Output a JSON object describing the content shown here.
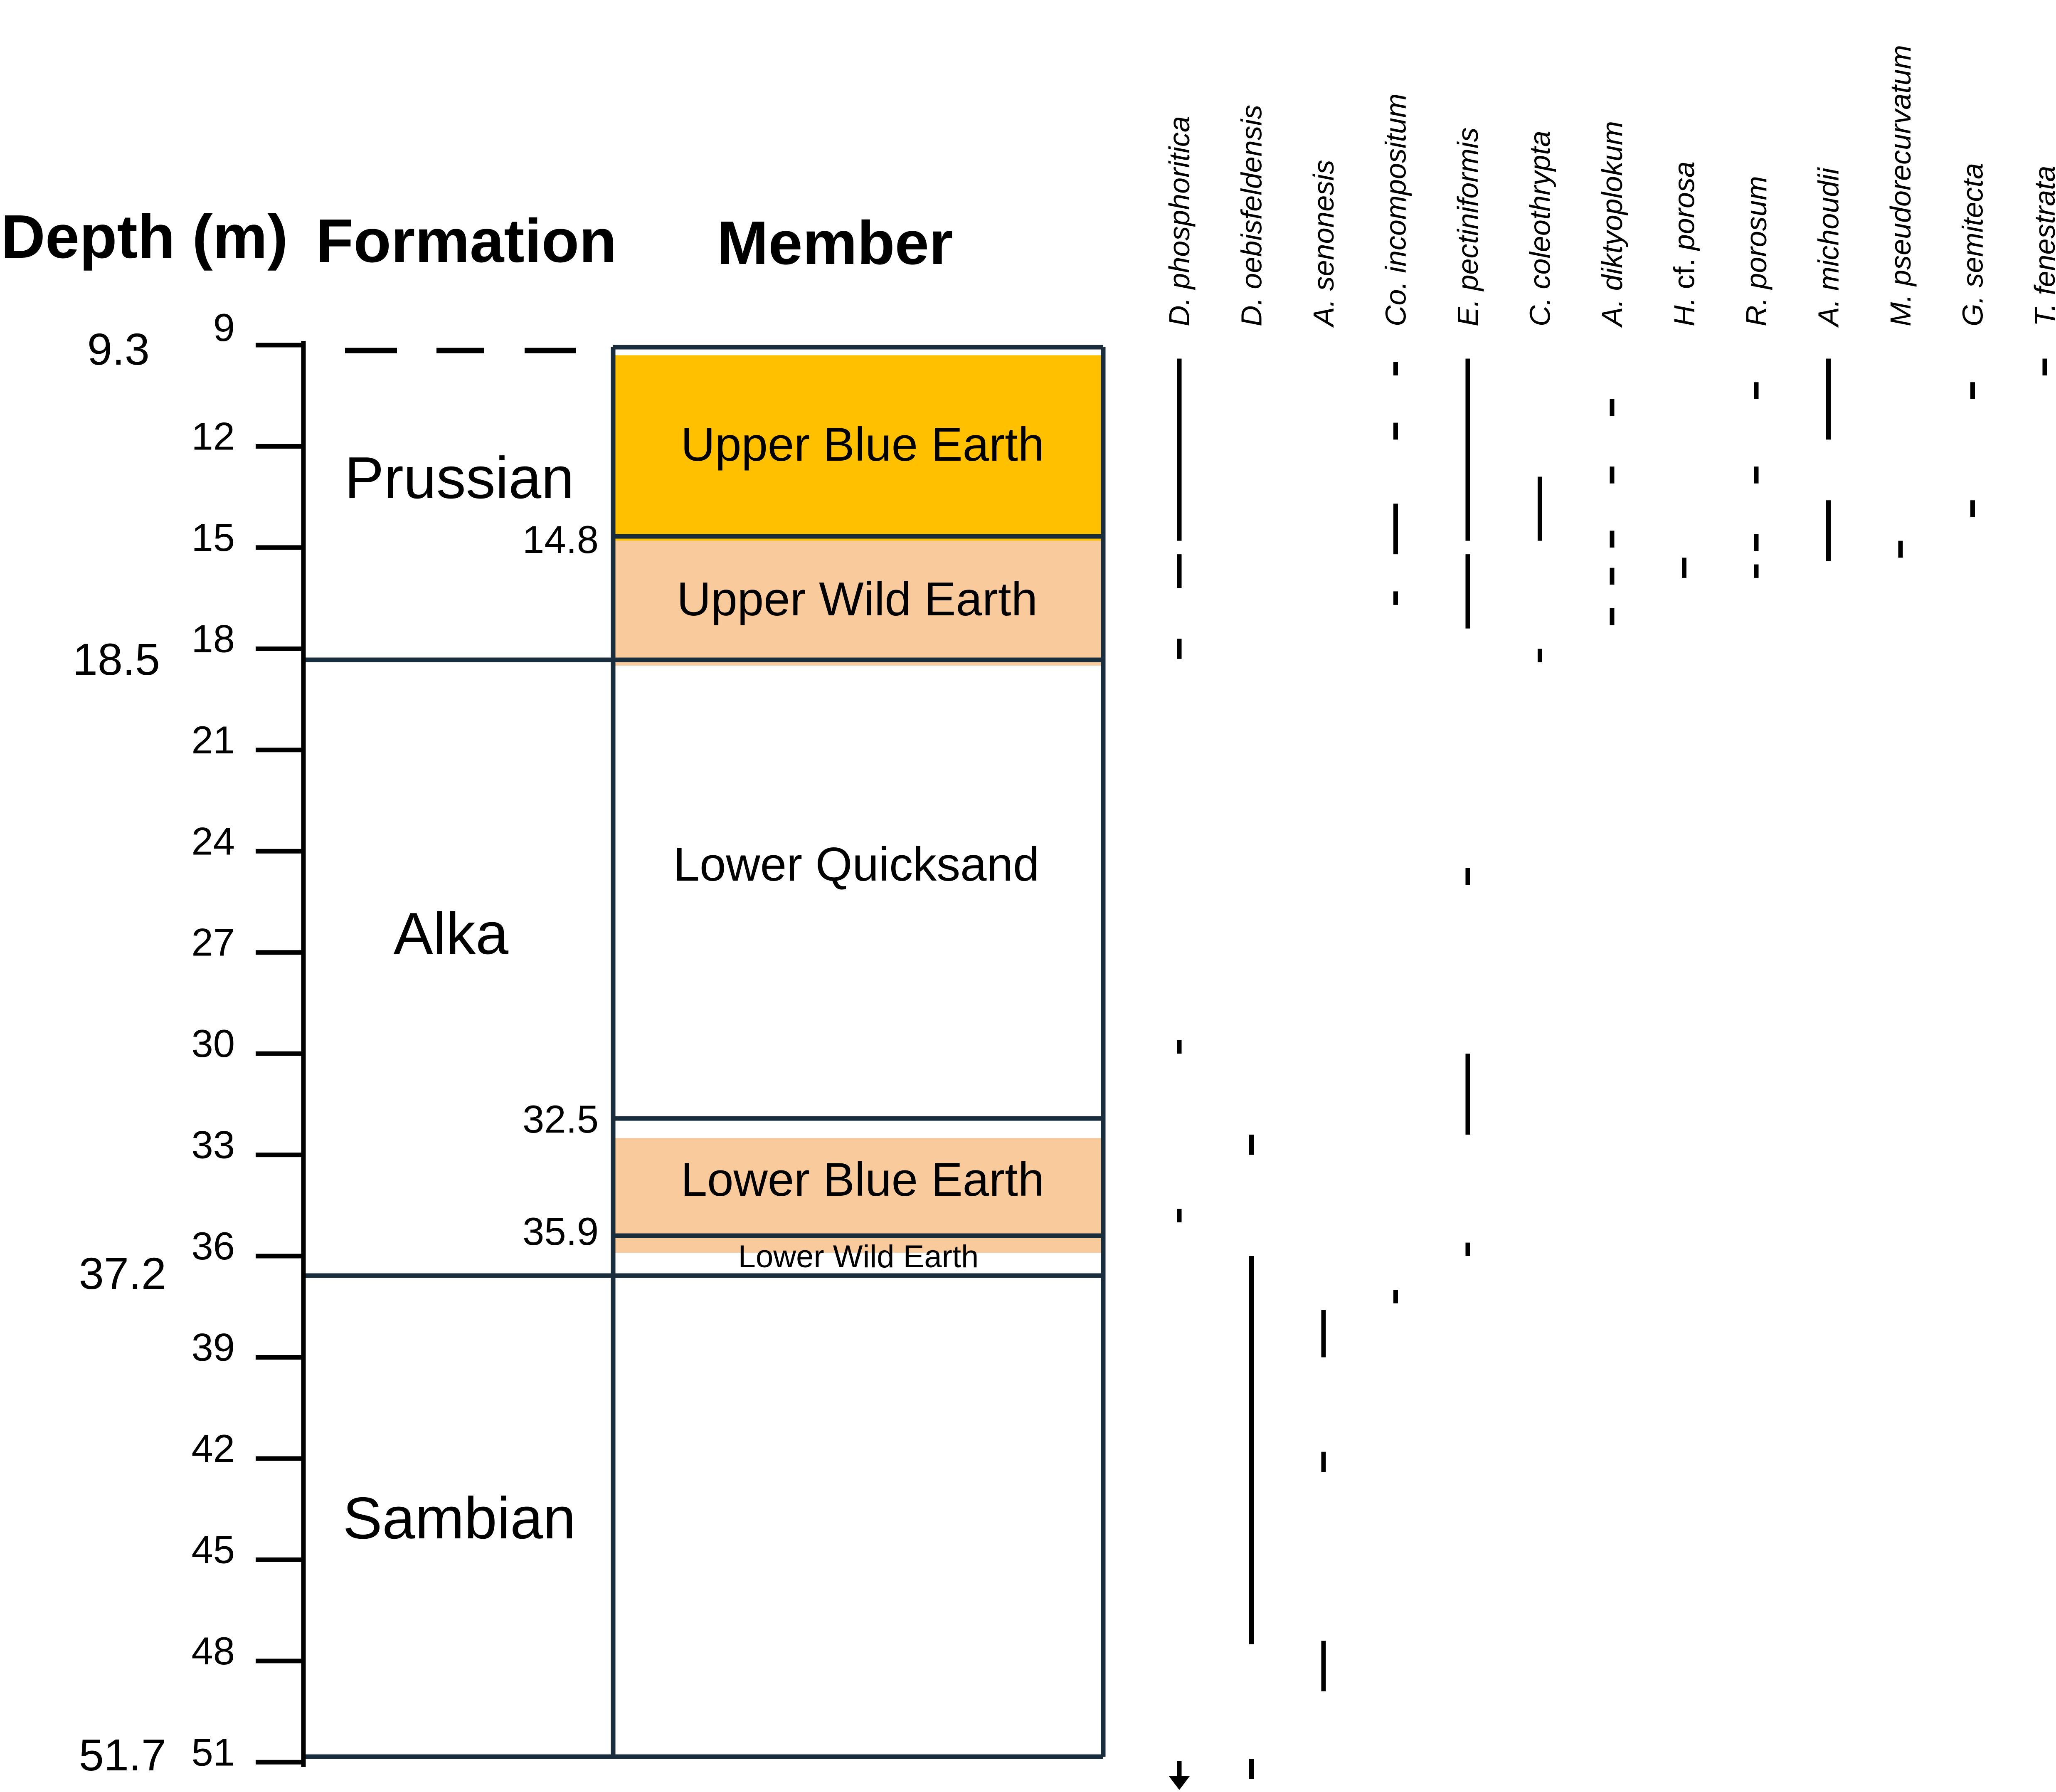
{
  "headers": {
    "depth": "Depth (m)",
    "formation": "Formation",
    "member": "Member"
  },
  "depth_axis": {
    "ticks": [
      "9",
      "12",
      "15",
      "18",
      "21",
      "24",
      "27",
      "30",
      "33",
      "36",
      "39",
      "42",
      "45",
      "48",
      "51"
    ],
    "formation_boundaries": [
      "9.3",
      "18.5",
      "37.2",
      "51.7"
    ],
    "member_boundaries": [
      "14.8",
      "32.5",
      "35.9"
    ]
  },
  "formations": [
    {
      "name": "Prussian",
      "top": 9.3,
      "base": 18.5
    },
    {
      "name": "Alka",
      "top": 18.5,
      "base": 37.2
    },
    {
      "name": "Sambian",
      "top": 37.2,
      "base": 51.7
    }
  ],
  "members": [
    {
      "name": "Upper Blue Earth",
      "top": 9.3,
      "base": 14.8,
      "fill": "#FFC000"
    },
    {
      "name": "Upper Wild Earth",
      "top": 14.8,
      "base": 18.5,
      "fill": "#F9CB9C"
    },
    {
      "name": "Lower Quicksand",
      "top": 18.5,
      "base": 32.5,
      "fill": "#FFFFFF"
    },
    {
      "name": "Lower Blue Earth",
      "top": 32.5,
      "base": 35.9,
      "fill": "#F9CB9C"
    },
    {
      "name": "Lower Wild Earth",
      "top": 35.9,
      "base": 37.2,
      "fill": "#FFFFFF"
    }
  ],
  "taxa": [
    {
      "genus": "D.",
      "species": "phosphoritica",
      "ranges": [
        [
          9.4,
          14.8
        ],
        [
          15.2,
          16.2
        ],
        [
          17.7,
          18.3
        ],
        [
          29.6,
          30.0
        ],
        [
          34.6,
          35.0
        ]
      ],
      "continues_below": true
    },
    {
      "genus": "D.",
      "species": "oebisfeldensis",
      "ranges": [
        [
          32.4,
          33.0
        ],
        [
          36.0,
          47.5
        ],
        [
          50.9,
          51.5
        ]
      ]
    },
    {
      "genus": "A.",
      "species": "senonesis",
      "ranges": [
        [
          37.6,
          39.0
        ],
        [
          41.8,
          42.4
        ],
        [
          47.4,
          48.9
        ]
      ]
    },
    {
      "genus": "Co.",
      "species": "incompositum",
      "ranges": [
        [
          9.5,
          9.9
        ],
        [
          11.3,
          11.8
        ],
        [
          13.7,
          15.2
        ],
        [
          16.3,
          16.7
        ],
        [
          37.0,
          37.4
        ]
      ]
    },
    {
      "genus": "E.",
      "species": "pectiniformis",
      "ranges": [
        [
          9.4,
          14.8
        ],
        [
          15.2,
          17.4
        ],
        [
          24.5,
          25.0
        ],
        [
          30.0,
          32.4
        ],
        [
          35.6,
          36.0
        ]
      ]
    },
    {
      "genus": "C.",
      "species": "coleothrypta",
      "ranges": [
        [
          12.9,
          14.8
        ],
        [
          18.0,
          18.4
        ]
      ]
    },
    {
      "genus": "A.",
      "species": "diktyoplokum",
      "ranges": [
        [
          10.6,
          11.1
        ],
        [
          12.6,
          13.1
        ],
        [
          14.5,
          15.0
        ],
        [
          15.6,
          16.1
        ],
        [
          16.8,
          17.3
        ]
      ]
    },
    {
      "genus": "H.",
      "mid": "cf.",
      "species": "porosa",
      "ranges": [
        [
          15.3,
          15.9
        ]
      ]
    },
    {
      "genus": "R.",
      "species": "porosum",
      "ranges": [
        [
          10.1,
          10.6
        ],
        [
          12.6,
          13.1
        ],
        [
          14.6,
          15.1
        ],
        [
          15.5,
          15.9
        ]
      ]
    },
    {
      "genus": "A.",
      "species": "michoudii",
      "ranges": [
        [
          9.4,
          11.8
        ],
        [
          13.6,
          15.4
        ]
      ]
    },
    {
      "genus": "M.",
      "species": "pseudorecurvatum",
      "ranges": [
        [
          14.8,
          15.3
        ]
      ]
    },
    {
      "genus": "G.",
      "species": "semitecta",
      "ranges": [
        [
          10.1,
          10.6
        ],
        [
          13.6,
          14.1
        ]
      ]
    },
    {
      "genus": "T.",
      "species": "fenestrata",
      "ranges": [
        [
          9.4,
          9.9
        ]
      ]
    }
  ]
}
